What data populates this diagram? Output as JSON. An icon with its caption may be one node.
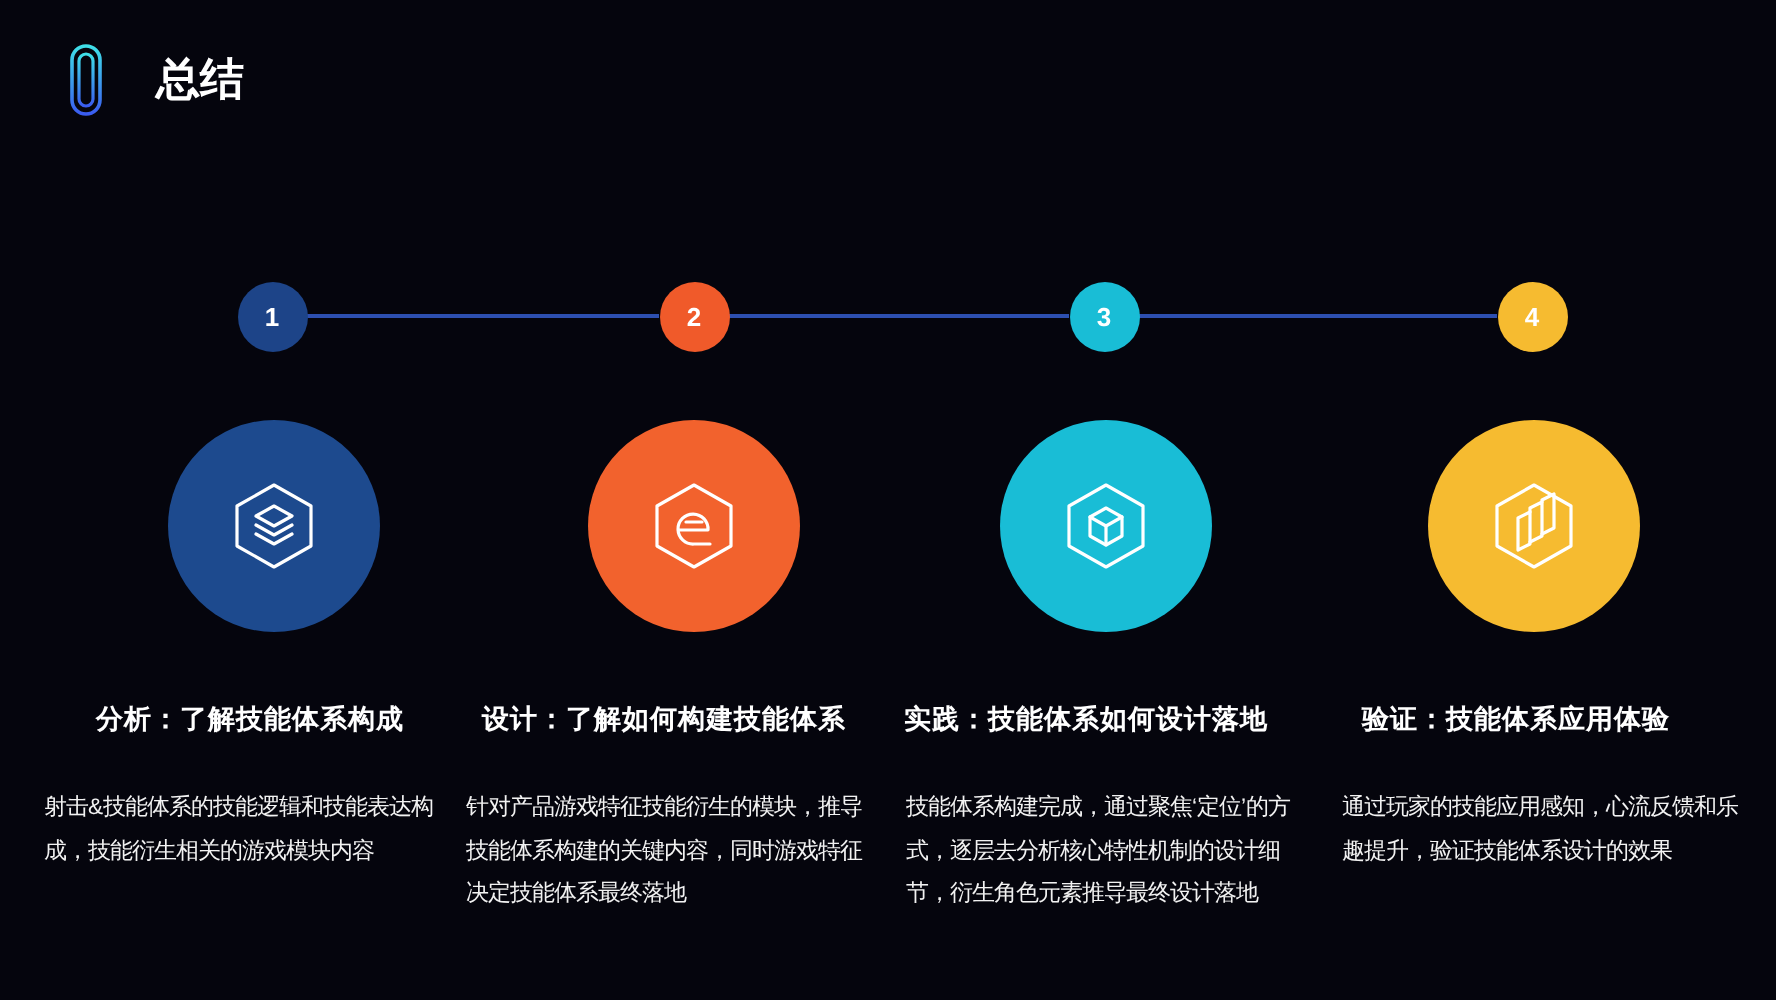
{
  "diagram": {
    "title": "总结",
    "nodes": [
      {
        "text": [
          "1"
        ]
      },
      {
        "text": [
          "2"
        ]
      },
      {
        "text": [
          "3"
        ]
      },
      {
        "text": [
          "4"
        ]
      },
      {
        "text": [],
        "shape": "circle"
      },
      {
        "text": [],
        "shape": "circle"
      },
      {
        "text": [],
        "shape": "circle"
      },
      {
        "text": [],
        "shape": "circle"
      }
    ],
    "edges": [
      {
        "from": 0,
        "to": 1,
        "arrow": "none"
      },
      {
        "from": 1,
        "to": 2,
        "arrow": "none"
      },
      {
        "from": 2,
        "to": 3,
        "arrow": "none"
      }
    ],
    "labels": [
      "分析：了解技能体系构成",
      "设计：了解如何构建技能体系",
      "实践：技能体系如何设计落地",
      "验证：技能体系应用体验",
      "射击&技能体系的技能逻辑和技能表达构成，技能衍生相关的游戏模块内容",
      "针对产品游戏特征技能衍生的模块，推导技能体系构建的关键内容，同时游戏特征决定技能体系最终落地",
      "技能体系构建完成，通过聚焦‘定位’的方式，逐层去分析核心特性机制的设计细节，衍生角色元素推导最终设计落地",
      "通过玩家的技能应用感知，心流反馈和乐趣提升，验证技能体系设计的效果"
    ]
  }
}
